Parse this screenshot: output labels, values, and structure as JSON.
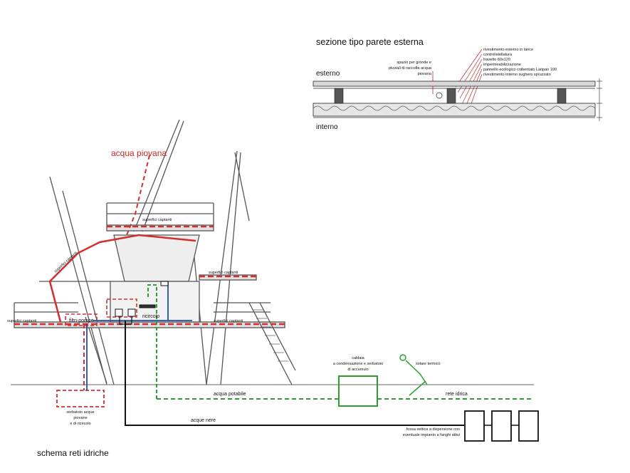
{
  "wall_section": {
    "title": "sezione tipo parete esterna",
    "exterior_label": "esterno",
    "interior_label": "interno",
    "gutter_note": [
      "spazio per gronde e",
      "pluviali di raccolta acqua",
      "piovana"
    ],
    "layers": [
      "rivestimento esterno in larice",
      "controlistellatura",
      "travetto 60x120",
      "impermeabilizzazione",
      "pannello ecologico coibentato Laripan 100",
      "rivestimento interno sughero spruzzato"
    ]
  },
  "scheme": {
    "title": "schema reti idriche",
    "rainwater_label": "acqua piovana",
    "capture_surfaces": "superfici captanti",
    "filter_pumps": "filtri-pompe",
    "recirculation": "ricircolo",
    "tank": [
      "serbatoio acque",
      "piovane",
      "e di ricircolo"
    ],
    "boiler": [
      "caldaia",
      "a condensazione e serbatoio",
      "di accumulo"
    ],
    "solar": "solare termico",
    "potable_water": "acqua potabile",
    "water_network": "rete idrica",
    "sewage": "acque nere",
    "septic": [
      "fossa settica a dispersione con",
      "eventuale impianto a fanghi attivi"
    ]
  },
  "colors": {
    "rain": "#d32f2f",
    "potable": "#2e9e2e",
    "recirc": "#1f4fa8",
    "sewage": "#111111"
  }
}
